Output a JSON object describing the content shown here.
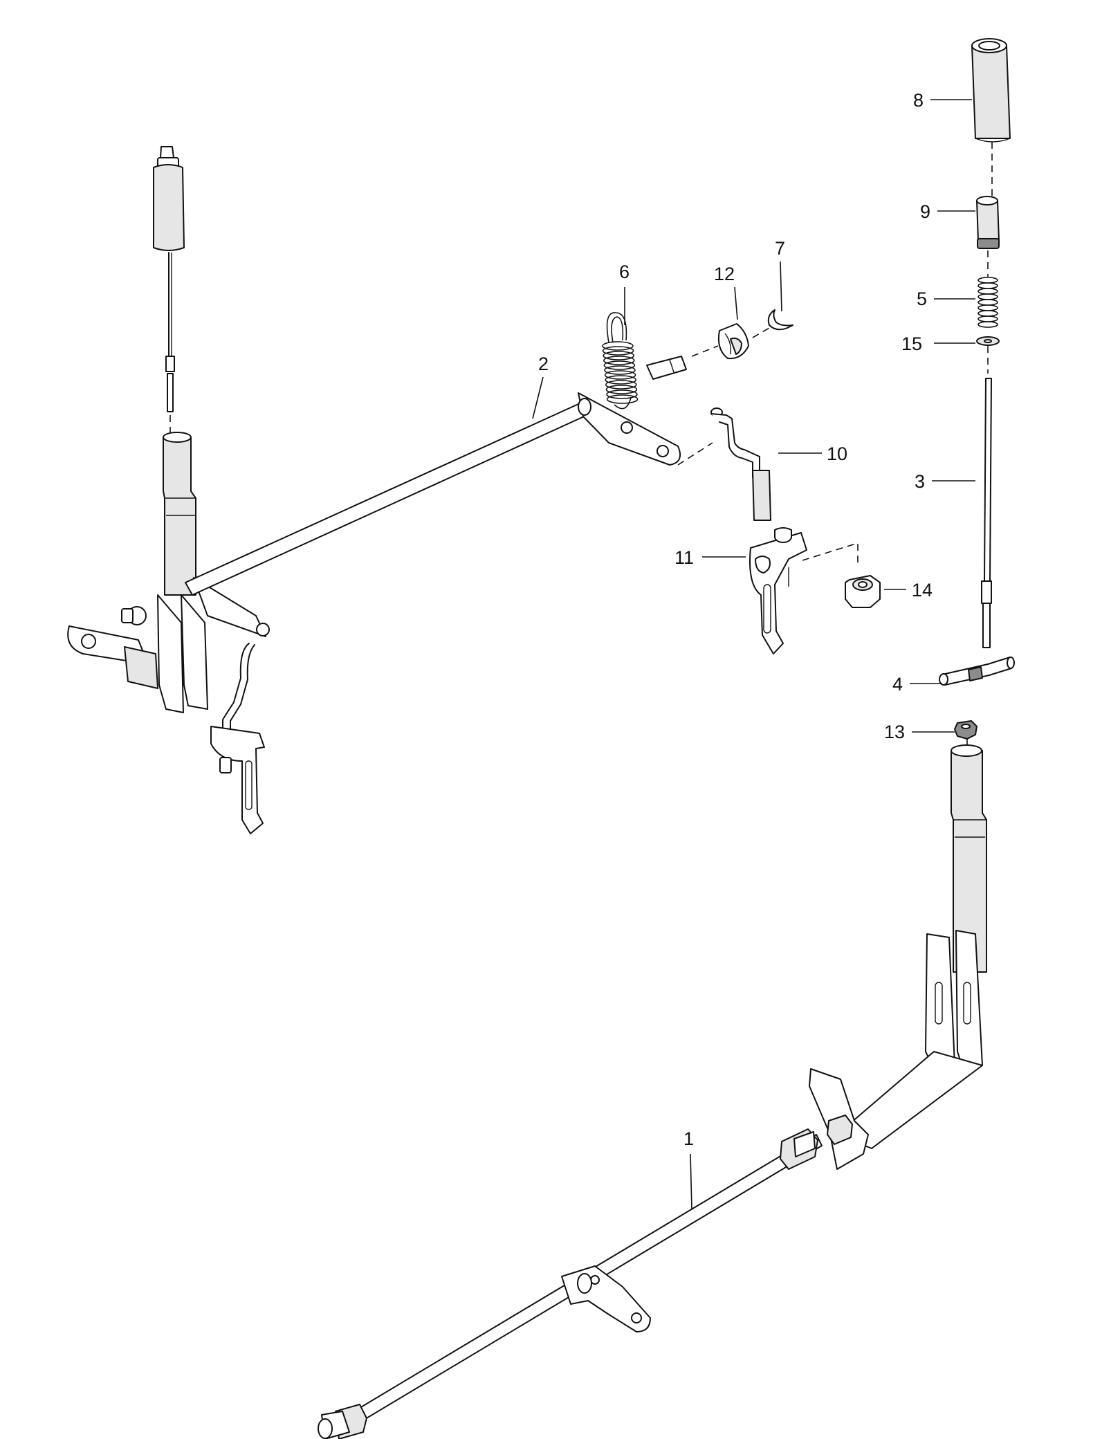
{
  "callouts": {
    "c1": "1",
    "c2": "2",
    "c3": "3",
    "c4": "4",
    "c5": "5",
    "c6": "6",
    "c7": "7",
    "c8": "8",
    "c9": "9",
    "c10": "10",
    "c11": "11",
    "c12": "12",
    "c13": "13",
    "c14": "14",
    "c15": "15"
  },
  "colors": {
    "line": "#111111",
    "fill": "#ffffff",
    "shade": "#e6e6e6",
    "dark": "#8c8c8c"
  }
}
